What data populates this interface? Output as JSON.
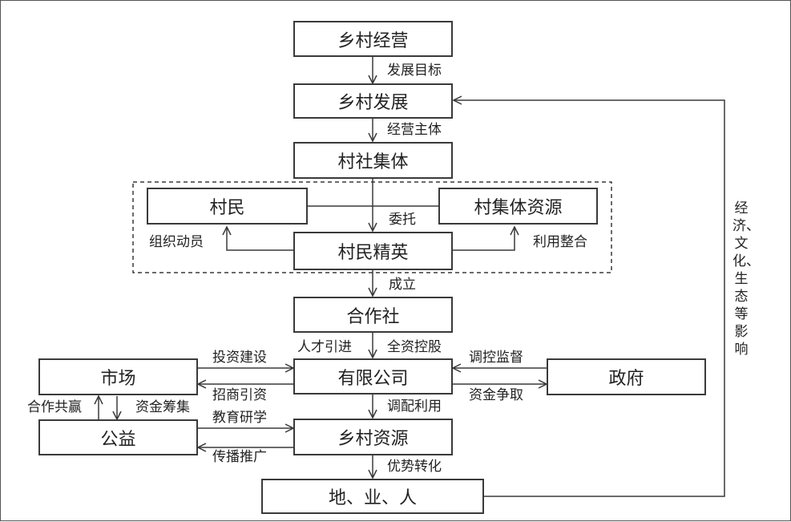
{
  "boxes": {
    "rural_operation": "乡村经营",
    "rural_development": "乡村发展",
    "village_collective": "村社集体",
    "villagers": "村民",
    "collective_resources": "村集体资源",
    "village_elite": "村民精英",
    "cooperative": "合作社",
    "market": "市场",
    "limited_company": "有限公司",
    "government": "政府",
    "public_welfare": "公益",
    "rural_resources": "乡村资源",
    "land_industry_people": "地、业、人"
  },
  "labels": {
    "development_goal": "发展目标",
    "operating_subject": "经营主体",
    "entrust": "委托",
    "organize_mobilize": "组织动员",
    "utilize_integrate": "利用整合",
    "establish": "成立",
    "talent_introduction": "人才引进",
    "full_holding": "全资控股",
    "investment_construction": "投资建设",
    "investment_attraction": "招商引资",
    "regulation_supervision": "调控监督",
    "fund_striving": "资金争取",
    "win_win_cooperation": "合作共赢",
    "fund_raising": "资金筹集",
    "education_research": "教育研学",
    "dissemination_promotion": "传播推广",
    "allocate_utilize": "调配利用",
    "advantage_transform": "优势转化",
    "feedback_influence": "经济、文化、生态等影响"
  },
  "colors": {
    "line": "#3a3a3a",
    "text": "#222222",
    "frame": "#555555"
  }
}
